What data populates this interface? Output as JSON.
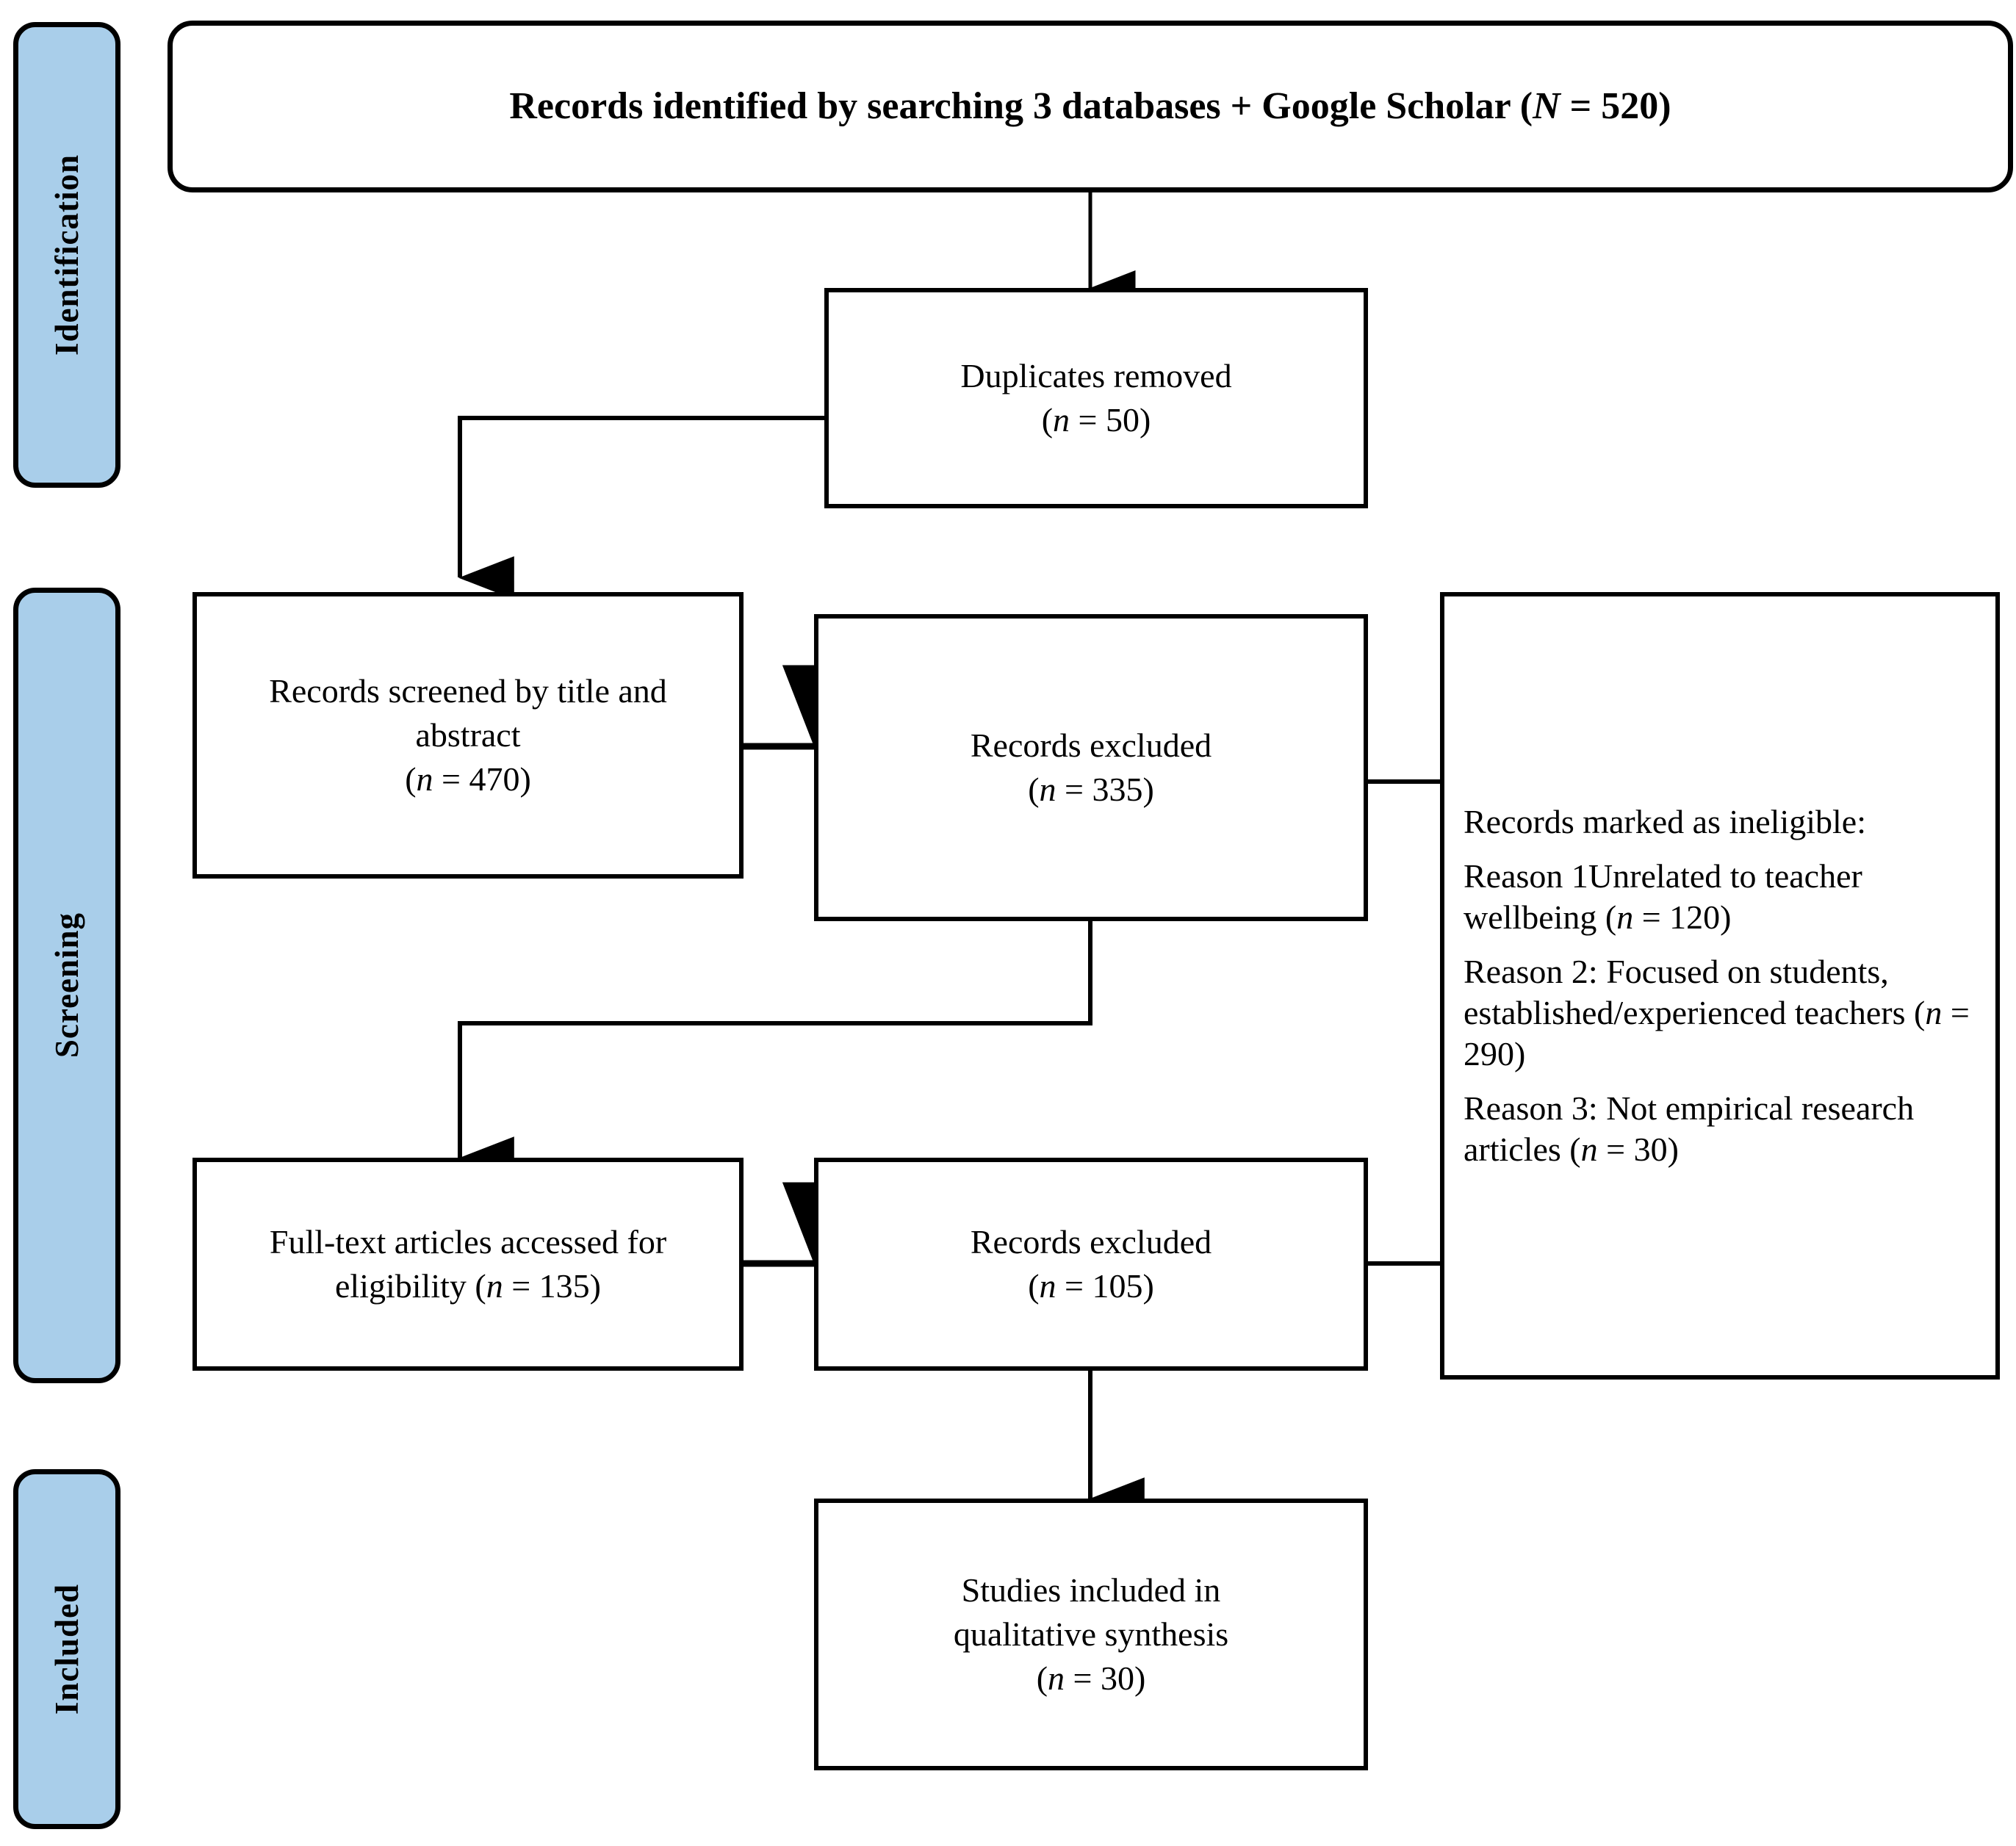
{
  "diagram": {
    "type": "prisma-flow-diagram",
    "title": "PRISMA flow diagram",
    "accent_color": "#a9ceea",
    "line_color": "#000000",
    "background": "#ffffff"
  },
  "stages": [
    {
      "id": "identification",
      "label": "Identification"
    },
    {
      "id": "screening",
      "label": "Screening"
    },
    {
      "id": "included",
      "label": "Included"
    }
  ],
  "boxes": {
    "identified": {
      "id": "records-identified",
      "text": "Records identified by searching 3 databases + Google Scholar (N = 520)",
      "count_symbol": "N",
      "count": 520,
      "shape": "rounded-rectangle",
      "bold": true
    },
    "duplicates": {
      "id": "duplicates-removed",
      "line1": "Duplicates removed",
      "line2": "(n = 50)",
      "count_symbol": "n",
      "count": 50
    },
    "screened": {
      "id": "records-screened",
      "line1": "Records screened by title and",
      "line2": "abstract",
      "line3": "(n = 470)",
      "count_symbol": "n",
      "count": 470
    },
    "excluded_screen": {
      "id": "records-excluded-screening",
      "line1": "Records excluded",
      "line2": "(n = 335)",
      "count_symbol": "n",
      "count": 335
    },
    "fulltext": {
      "id": "full-text-articles",
      "line1": "Full-text articles accessed for",
      "line2": "eligibility (n = 135)",
      "count_symbol": "n",
      "count": 135
    },
    "excluded_fulltext": {
      "id": "records-excluded-eligibility",
      "line1": "Records excluded",
      "line2": "(n = 105)",
      "count_symbol": "n",
      "count": 105
    },
    "included_studies": {
      "id": "studies-included",
      "line1": "Studies included in",
      "line2": "qualitative synthesis",
      "line3": "(n = 30)",
      "count_symbol": "n",
      "count": 30
    }
  },
  "ineligible_panel": {
    "id": "records-marked-ineligible",
    "heading": "Records marked as ineligible:",
    "reasons": [
      {
        "label": "Reason 1Unrelated to teacher wellbeing (n = 120)",
        "count": 120
      },
      {
        "label": "Reason 2: Focused on students, established/experienced teachers (n = 290)",
        "count": 290
      },
      {
        "label": "Reason 3: Not empirical research articles (n = 30)",
        "count": 30
      }
    ]
  },
  "connectors": [
    {
      "id": "identified-to-duplicates",
      "from": "records-identified",
      "to": "duplicates-removed",
      "style": "straight-down-arrow"
    },
    {
      "id": "duplicates-to-screened",
      "from": "duplicates-removed",
      "to": "records-screened",
      "style": "elbow-left-down-arrow"
    },
    {
      "id": "screened-to-excluded",
      "from": "records-screened",
      "to": "records-excluded-screening",
      "style": "straight-right-arrow"
    },
    {
      "id": "excluded-screening-to-panel",
      "from": "records-excluded-screening",
      "to": "records-marked-ineligible",
      "style": "plain-line"
    },
    {
      "id": "excluded-to-fulltext",
      "from": "records-excluded-screening",
      "to": "full-text-articles",
      "style": "elbow-down-left-down-arrow"
    },
    {
      "id": "fulltext-to-excluded2",
      "from": "full-text-articles",
      "to": "records-excluded-eligibility",
      "style": "straight-right-arrow"
    },
    {
      "id": "excluded-eligibility-to-panel",
      "from": "records-excluded-eligibility",
      "to": "records-marked-ineligible",
      "style": "plain-line"
    },
    {
      "id": "excluded2-to-included",
      "from": "records-excluded-eligibility",
      "to": "studies-included",
      "style": "straight-down-arrow"
    }
  ]
}
